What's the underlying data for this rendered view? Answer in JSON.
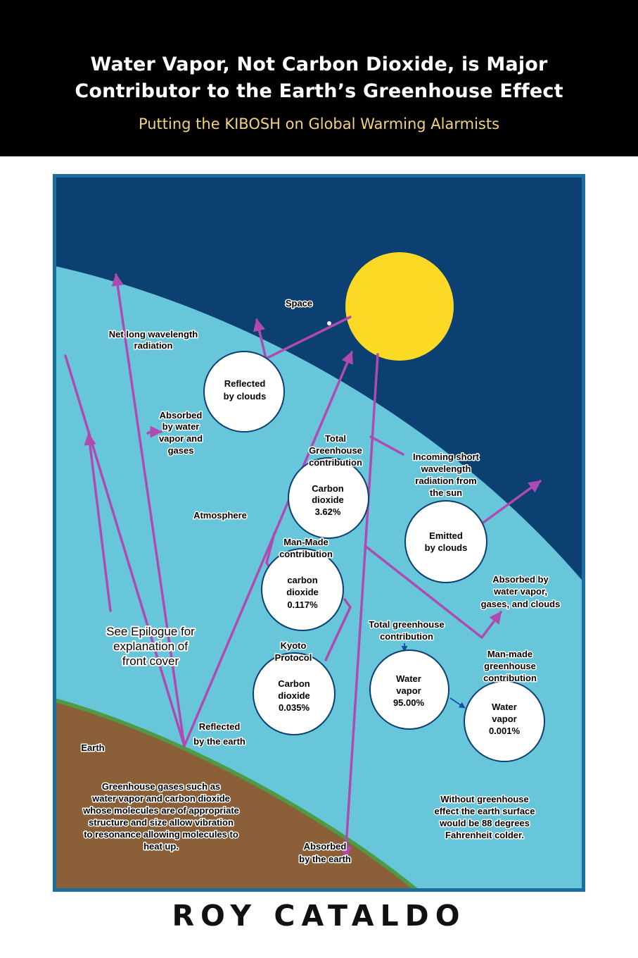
{
  "header": {
    "title_line1": "Water Vapor, Not Carbon Dioxide, is Major",
    "title_line2": "Contributor to the Earth’s Greenhouse Effect",
    "subtitle": "Putting the KIBOSH on Global Warming Alarmists"
  },
  "author": "ROY CATALDO",
  "colors": {
    "space": "#0c3f72",
    "atmosphere": "#67c6da",
    "earth": "#8b5f38",
    "earth_edge": "#4f9a45",
    "sun": "#fcd925",
    "arrow": "#b04ab3",
    "border": "#1a6fa0"
  },
  "labels": {
    "space": "Space",
    "atmosphere": "Atmosphere",
    "earth": "Earth",
    "net_long": [
      "Net long wavelength",
      "radiation"
    ],
    "absorbed_water": [
      "Absorbed",
      "by water",
      "vapor and",
      "gases"
    ],
    "total_greenhouse": [
      "Total",
      "Greenhouse",
      "contribution"
    ],
    "incoming": [
      "Incoming short",
      "wavelength",
      "radiation from",
      "the sun"
    ],
    "man_made": [
      "Man-Made",
      "contribution"
    ],
    "absorbed_clouds": [
      "Absorbed by",
      "water vapor,",
      "gases, and clouds"
    ],
    "epilogue": [
      "See Epilogue for",
      "explanation of",
      "front cover"
    ],
    "total_greenhouse_2": [
      "Total greenhouse",
      "contribution"
    ],
    "kyoto": [
      "Kyoto",
      "Protocol"
    ],
    "man_made_greenhouse": [
      "Man-made",
      "greenhouse",
      "contribution"
    ],
    "reflected_earth": [
      "Reflected",
      "by the earth"
    ],
    "greenhouse_gases": [
      "Greenhouse gases such as",
      "water vapor and carbon dioxide",
      "whose molecules are of appropriate",
      "structure and size allow vibration",
      "to resonance allowing molecules to",
      "heat up."
    ],
    "without_greenhouse": [
      "Without greenhouse",
      "effect the earth surface",
      "would be 88 degrees",
      "Fahrenheit colder."
    ],
    "absorbed_earth": [
      "Absorbed",
      "by the earth"
    ]
  },
  "circles": {
    "reflected_clouds": [
      "Reflected",
      "by clouds"
    ],
    "co2_total": [
      "Carbon",
      "dioxide",
      "3.62%"
    ],
    "emitted_clouds": [
      "Emitted",
      "by clouds"
    ],
    "co2_man_made": [
      "carbon",
      "dioxide",
      "0.117%"
    ],
    "co2_kyoto": [
      "Carbon",
      "dioxide",
      "0.035%"
    ],
    "water_total": [
      "Water",
      "vapor",
      "95.00%"
    ],
    "water_man_made": [
      "Water",
      "vapor",
      "0.001%"
    ]
  }
}
